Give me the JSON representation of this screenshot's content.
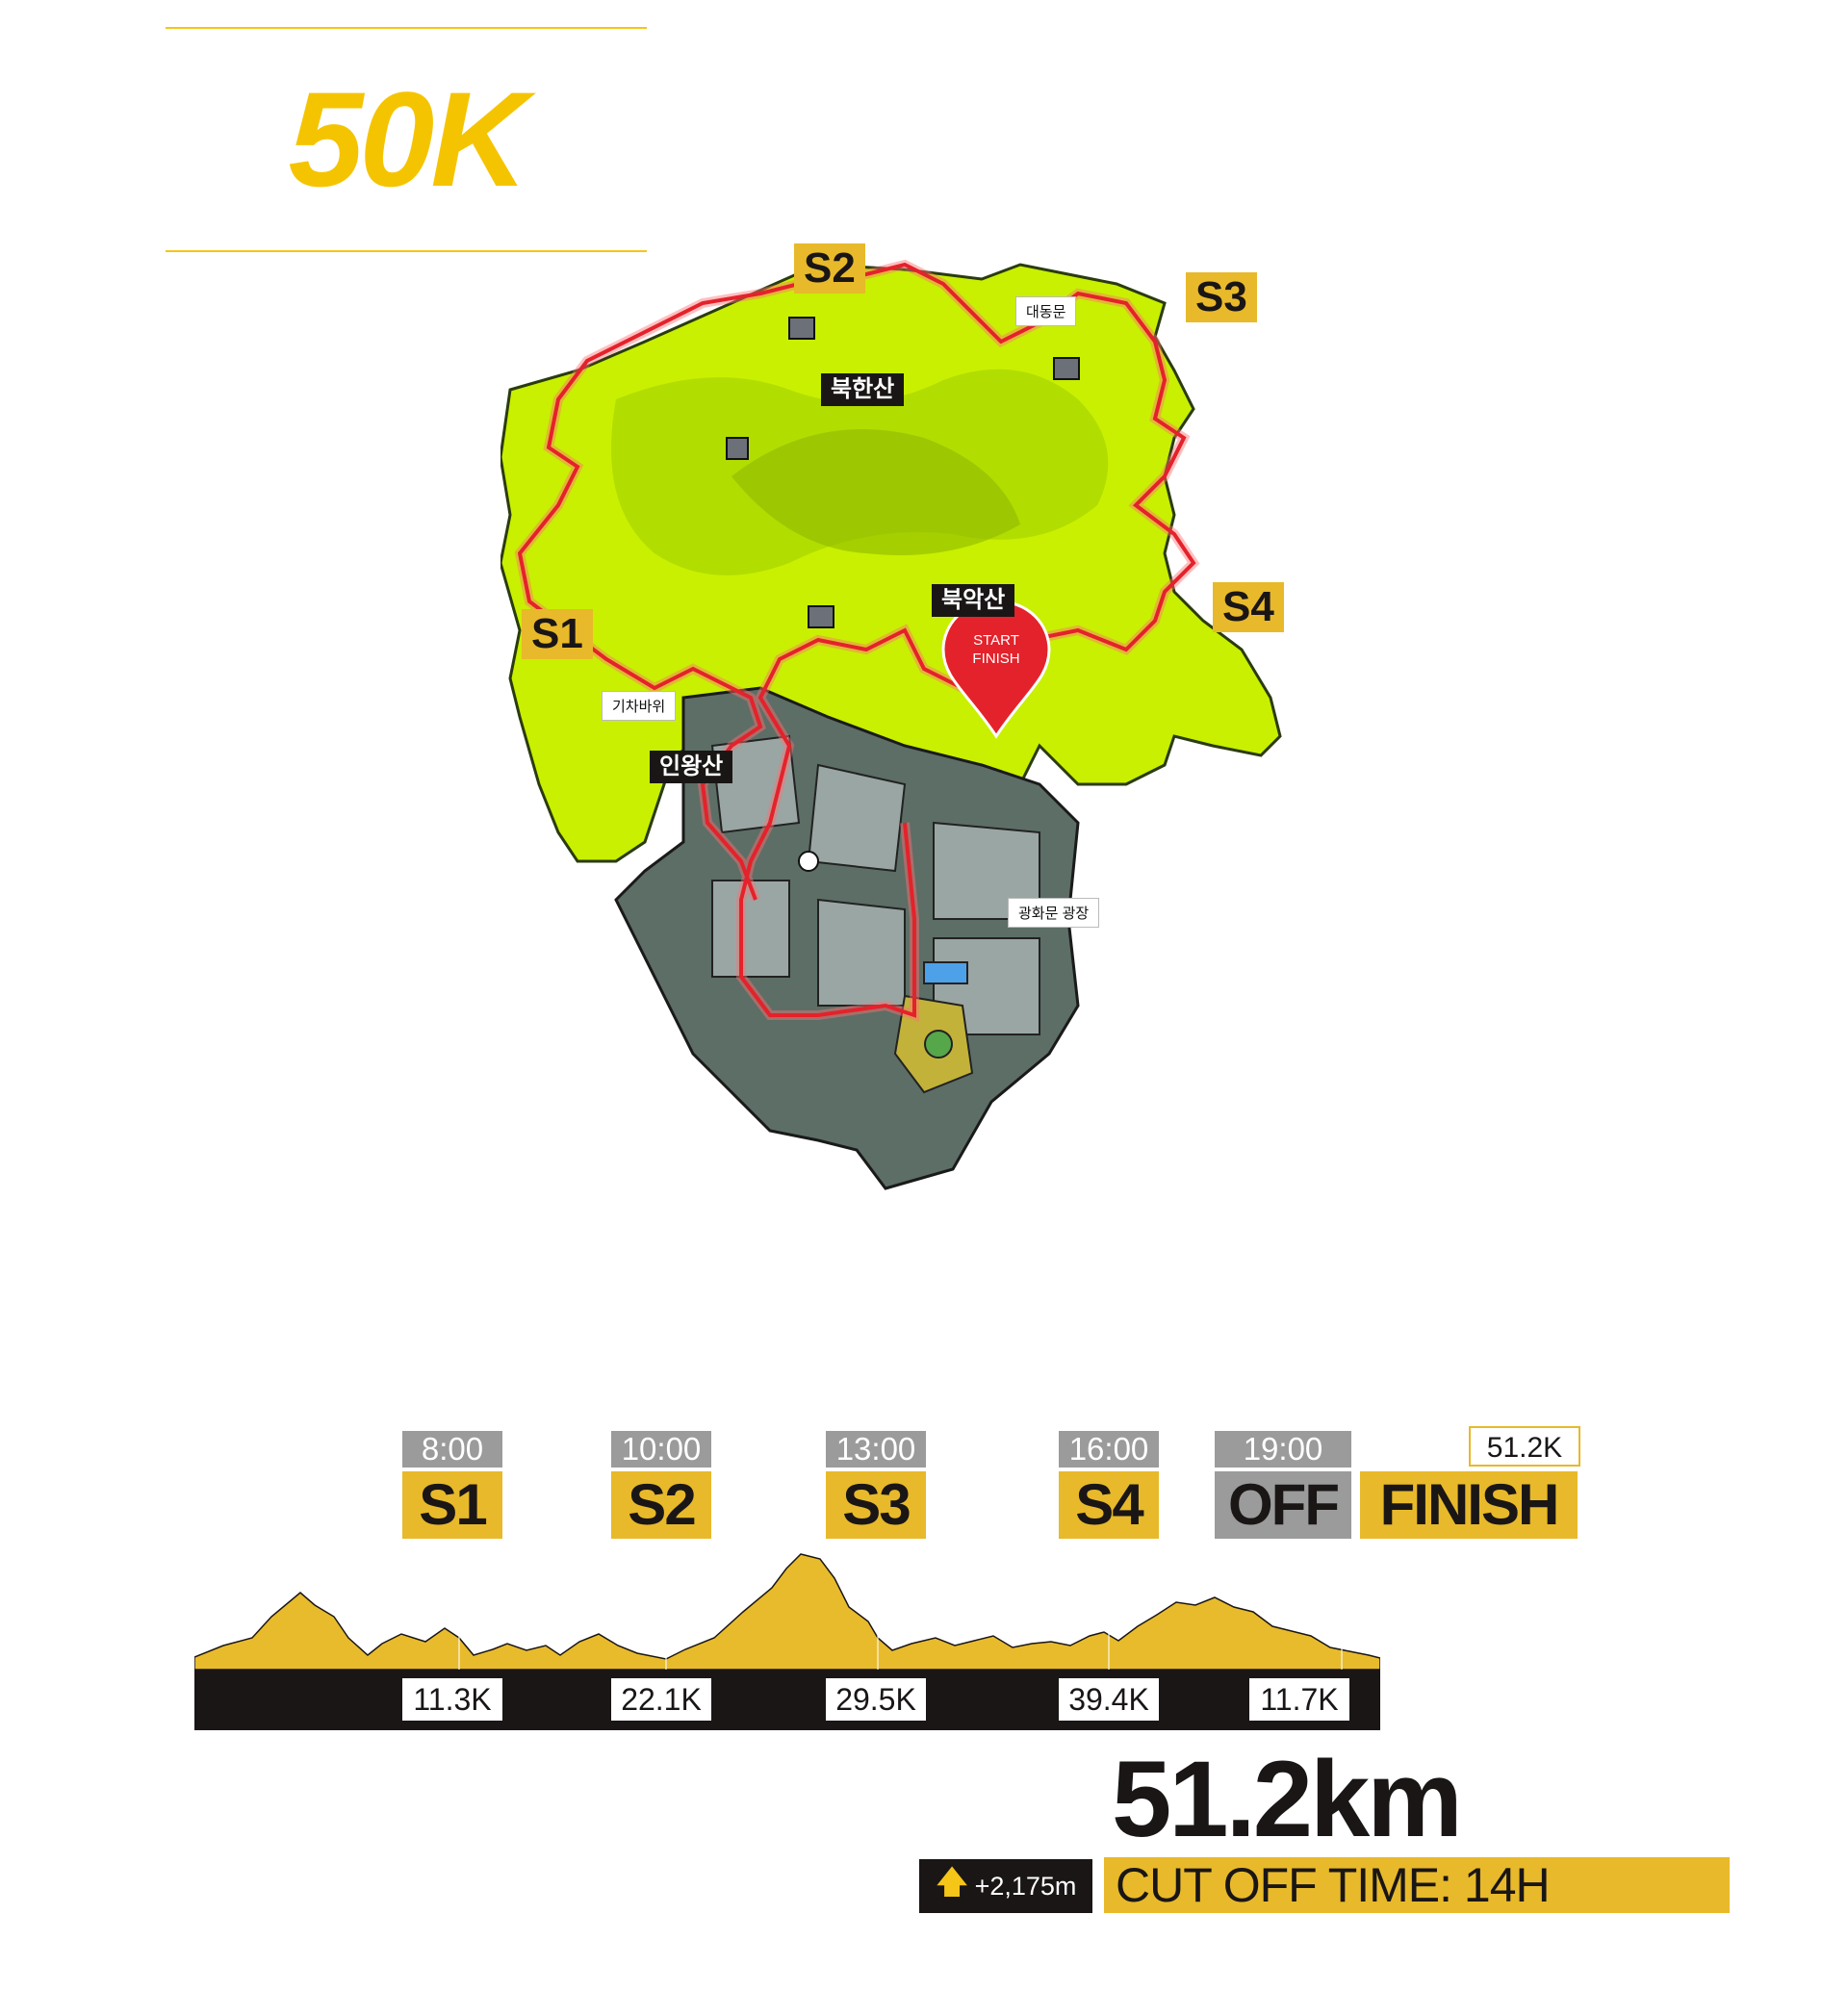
{
  "header": {
    "title": "50K"
  },
  "map": {
    "stages": [
      "S1",
      "S2",
      "S3",
      "S4"
    ],
    "peaks": {
      "bukhansan": "북한산",
      "bugaksan": "북악산",
      "inwangsan": "인왕산"
    },
    "landmarks": {
      "daedongmun": "대동문",
      "gichabawi": "기차바위",
      "gwanghwamun": "광화문 광장"
    },
    "start_finish": {
      "line1": "START",
      "line2": "FINISH"
    },
    "colors": {
      "terrain": "#c8f000",
      "route": "#e4222b",
      "accent": "#e8b92a"
    }
  },
  "schedule": {
    "checkpoints": [
      {
        "time": "8:00",
        "label": "S1"
      },
      {
        "time": "10:00",
        "label": "S2"
      },
      {
        "time": "13:00",
        "label": "S3"
      },
      {
        "time": "16:00",
        "label": "S4"
      },
      {
        "time": "19:00",
        "label": "OFF"
      }
    ],
    "finish": {
      "label": "FINISH",
      "distance": "51.2K"
    }
  },
  "elevation": {
    "segment_distances": [
      "11.3K",
      "22.1K",
      "29.5K",
      "39.4K",
      "11.7K"
    ]
  },
  "summary": {
    "total_distance": "51.2km",
    "elevation_gain": "+2,175m",
    "gain_icon": "up-arrow-icon",
    "cutoff": "CUT OFF TIME: 14H"
  }
}
